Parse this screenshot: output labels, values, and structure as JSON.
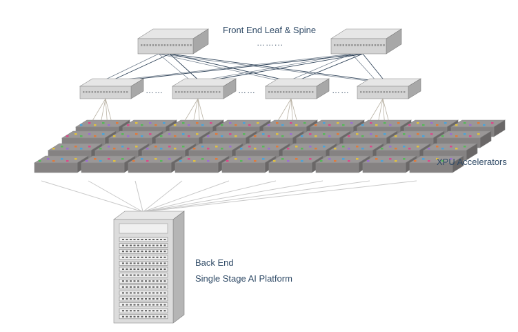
{
  "labels": {
    "front_end": "Front End Leaf & Spine",
    "spine_ellipsis": "……...",
    "leaf_ellipsis_1": "……",
    "leaf_ellipsis_2": "……",
    "leaf_ellipsis_3": "……",
    "accelerators": "XPU Accelerators",
    "back_end": "Back End",
    "back_end_sub": "Single Stage AI Platform"
  },
  "colors": {
    "box_top": "#e6e6e6",
    "box_front": "#d4d4d4",
    "box_side": "#a8a8a8",
    "sled_top": "#9a9797",
    "sled_front": "#858282",
    "sled_side": "#6a6767",
    "link_dark": "#2e4258",
    "link_light": "#c8c8c8",
    "label_text": "#2f4a66"
  },
  "icons": {
    "spine_switch": "switch-icon",
    "leaf_switch": "switch-icon",
    "rack": "server-rack-icon",
    "accelerator_sled": "accelerator-sled-icon"
  }
}
